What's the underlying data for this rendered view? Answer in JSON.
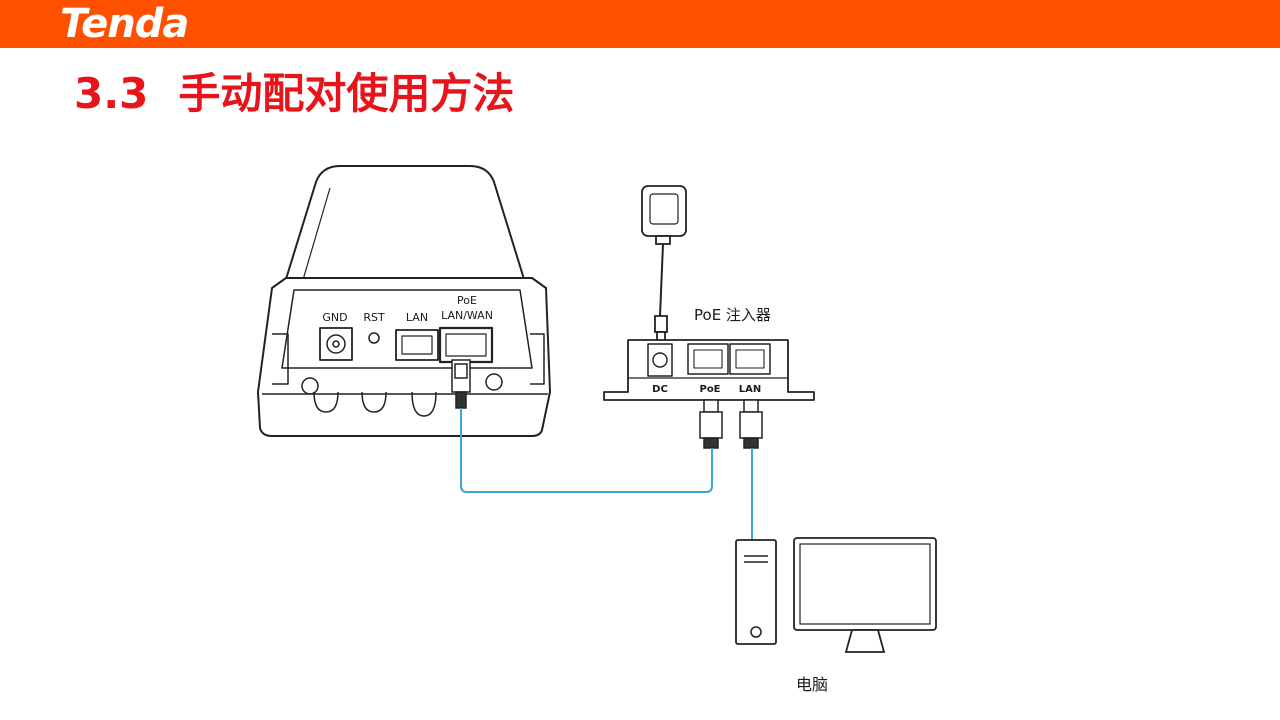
{
  "brand": {
    "logo_text": "Tenda",
    "bar_color": "#ff5000"
  },
  "slide": {
    "section_number": "3.3",
    "title": "手动配对使用方法",
    "title_color": "#e8141b"
  },
  "diagram": {
    "cpe_ports": {
      "gnd": "GND",
      "rst": "RST",
      "lan": "LAN",
      "poe_line1": "PoE",
      "poe_line2": "LAN/WAN"
    },
    "injector": {
      "label": "PoE 注入器",
      "dc": "DC",
      "poe": "PoE",
      "lan": "LAN"
    },
    "computer_label": "电脑",
    "cable_color": "#3aa7d6"
  }
}
